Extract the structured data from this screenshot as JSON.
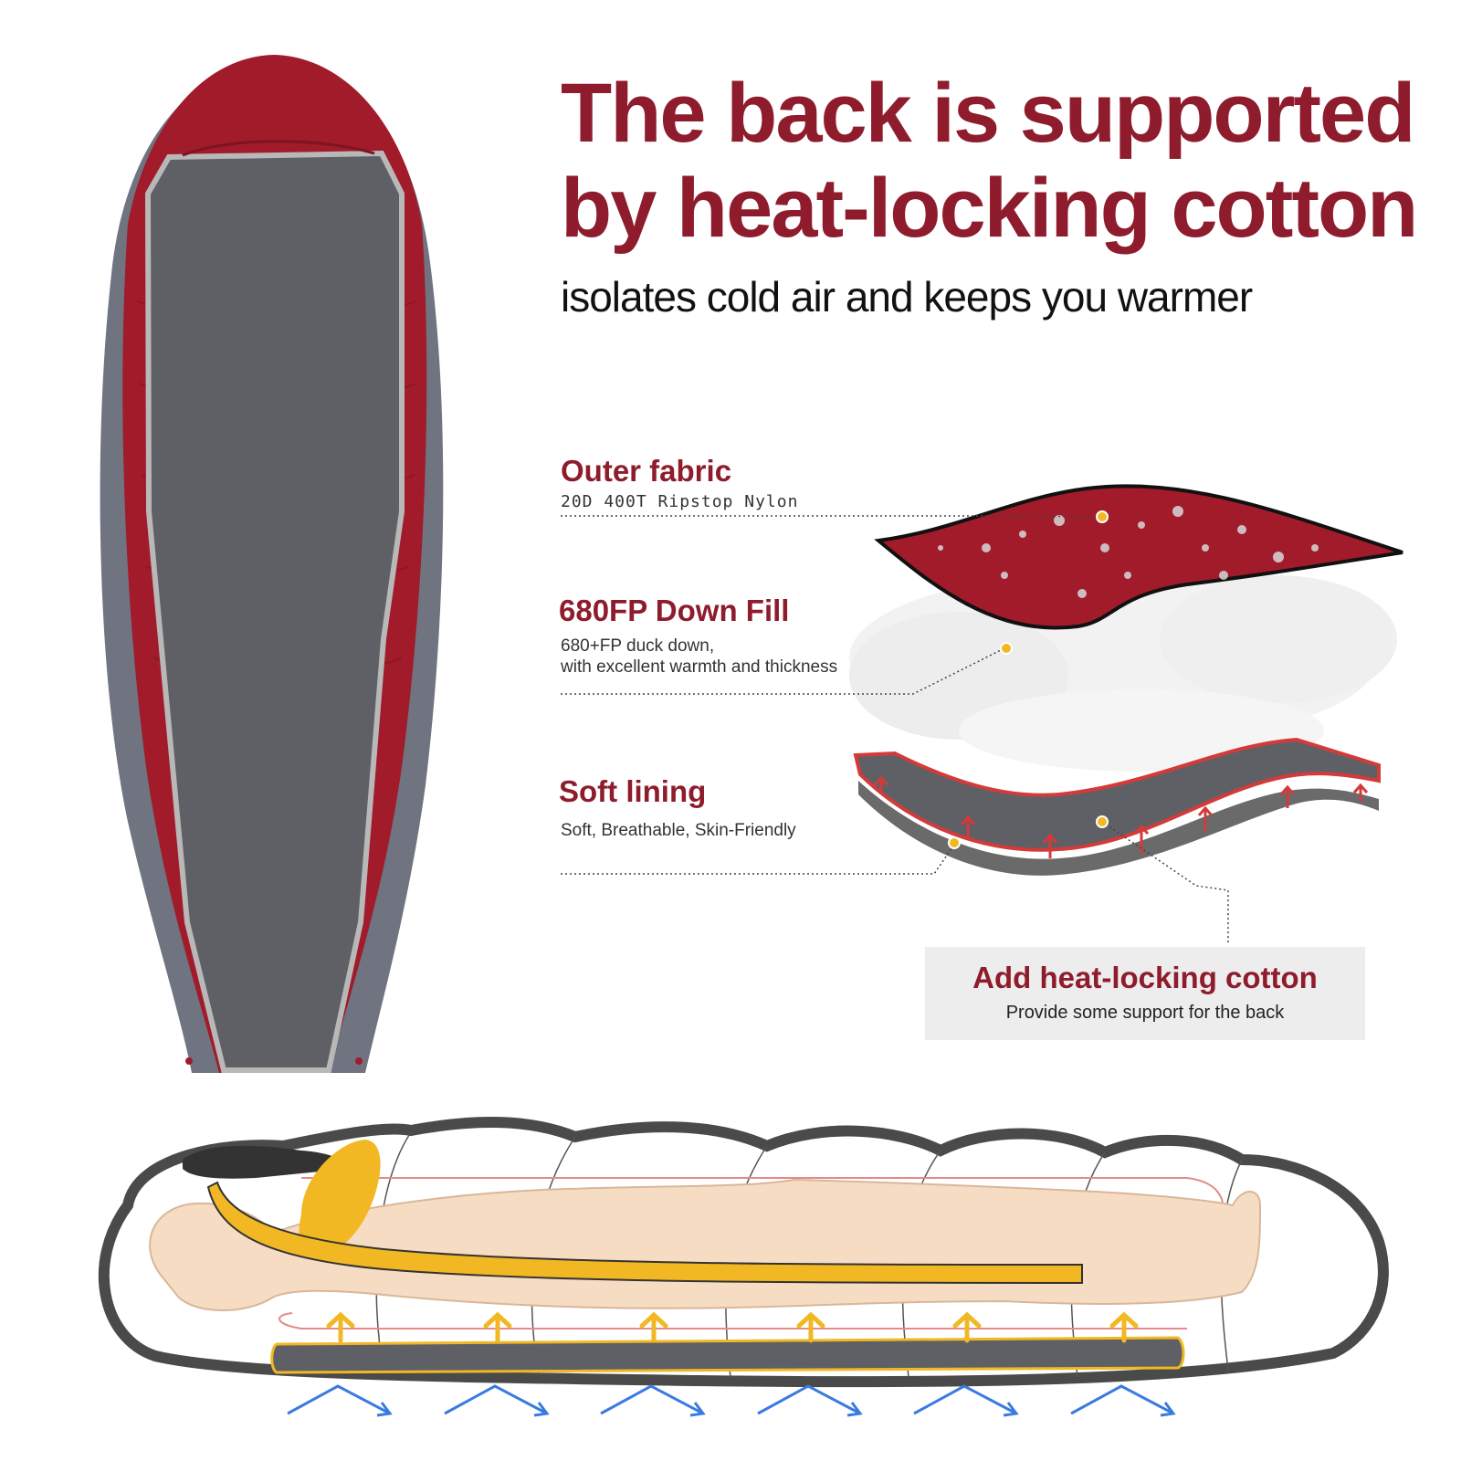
{
  "headline": {
    "line1": "The back is supported",
    "line2": "by heat-locking cotton",
    "subtitle": "isolates cold air and keeps you warmer"
  },
  "layers": [
    {
      "title": "Outer fabric",
      "desc": [
        "20D 400T Ripstop Nylon"
      ]
    },
    {
      "title": "680FP Down Fill",
      "desc": [
        "680+FP duck down,",
        "with excellent warmth and thickness"
      ]
    },
    {
      "title": "Soft lining",
      "desc": [
        "Soft, Breathable, Skin-Friendly"
      ]
    }
  ],
  "callout": {
    "title": "Add heat-locking cotton",
    "desc": "Provide some support for the back"
  },
  "colors": {
    "brand_red": "#8e1c2c",
    "shell_red": "#a11b2b",
    "shell_grey": "#6f7480",
    "felt_grey": "#5f6065",
    "accent_yellow": "#f2b824",
    "arrow_blue": "#3a7be0"
  }
}
